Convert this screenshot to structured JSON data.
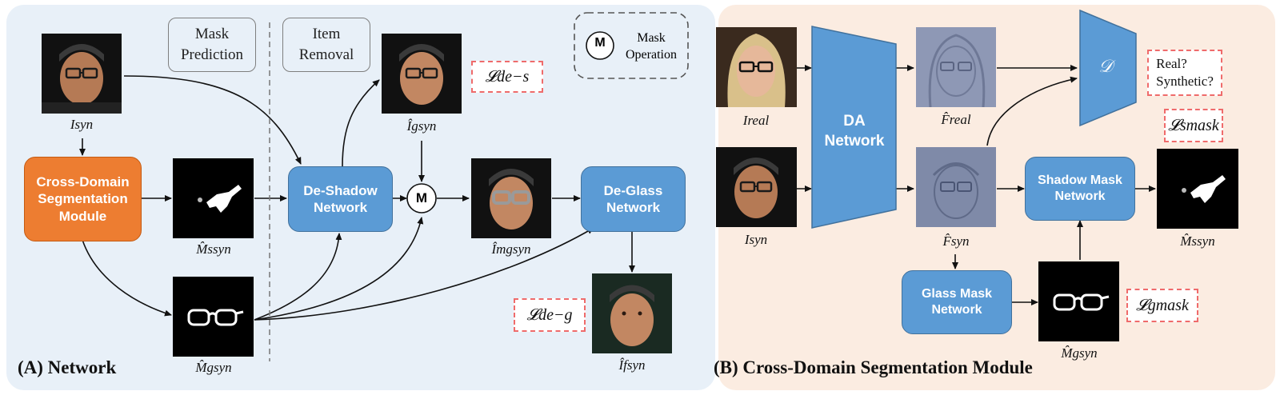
{
  "panel_a": {
    "title": "(A) Network",
    "mask_prediction": "Mask\nPrediction",
    "item_removal": "Item\nRemoval",
    "legend_symbol": "M",
    "legend_text": "Mask\nOperation",
    "cross_domain_module": "Cross-Domain\nSegmentation\nModule",
    "de_shadow": "De-Shadow\nNetwork",
    "de_glass": "De-Glass\nNetwork",
    "mask_op": "M",
    "loss_de_s": "𝓛de−s",
    "loss_de_g": "𝓛de−g",
    "cap_i_syn": "Isyn",
    "cap_m_s": "M̂ssyn",
    "cap_m_g": "M̂gsyn",
    "cap_i_g": "Îgsyn",
    "cap_i_mg": "Îmgsyn",
    "cap_i_f": "Îfsyn"
  },
  "panel_b": {
    "title": "(B) Cross-Domain Segmentation Module",
    "da_network": "DA\nNetwork",
    "discriminator": "𝒟",
    "real_synthetic": "Real?\nSynthetic?",
    "shadow_mask_net": "Shadow Mask\nNetwork",
    "glass_mask_net": "Glass Mask\nNetwork",
    "loss_mask_s": "𝓛smask",
    "loss_mask_g": "𝓛gmask",
    "cap_i_real": "Ireal",
    "cap_i_syn": "Isyn",
    "cap_f_real": "F̂real",
    "cap_f_syn": "F̂syn",
    "cap_m_s": "M̂ssyn",
    "cap_m_g": "M̂gsyn"
  },
  "colors": {
    "blue_box": "#5b9bd5",
    "orange_box": "#ed7d31",
    "panel_a_bg": "#e8f0f8",
    "panel_b_bg": "#fbece1",
    "loss_border": "#ef6b6b"
  }
}
